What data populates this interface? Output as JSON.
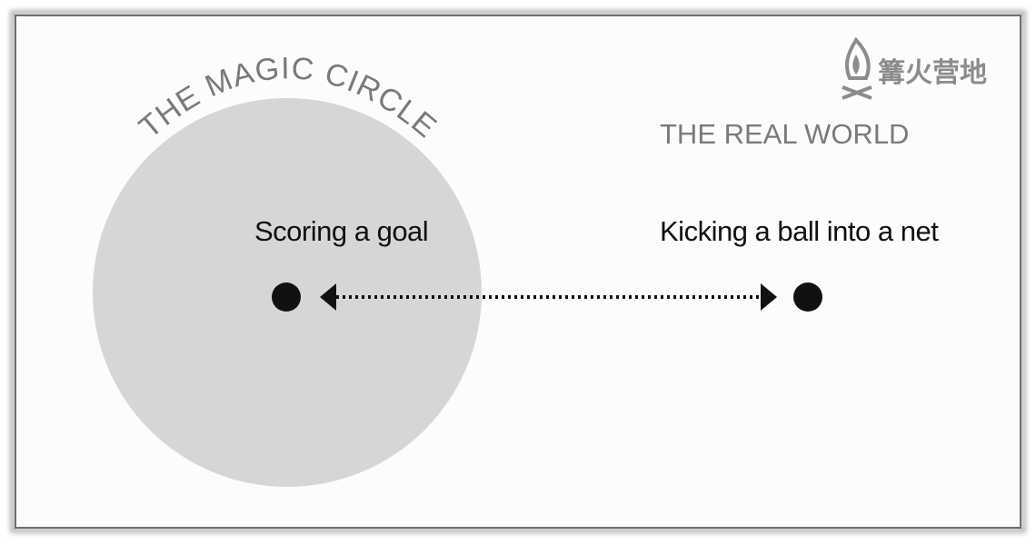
{
  "magic_circle": {
    "title": "THE MAGIC CIRCLE",
    "inside_label": "Scoring a goal"
  },
  "real_world": {
    "title": "THE REAL WORLD",
    "outside_label": "Kicking a ball into a net"
  },
  "logo": {
    "text": "篝火营地"
  },
  "colors": {
    "background": "#ffffff",
    "panel": "#fcfcfc",
    "frame": "#6e6e6e",
    "circle": "#d6d6d6",
    "ink": "#111111",
    "muted_text": "#7a7a7a"
  },
  "icons": {
    "logo_mark": "campfire-icon",
    "left_point": "dot-icon",
    "right_point": "dot-icon",
    "arrow": "bidirectional-dotted-arrow"
  }
}
